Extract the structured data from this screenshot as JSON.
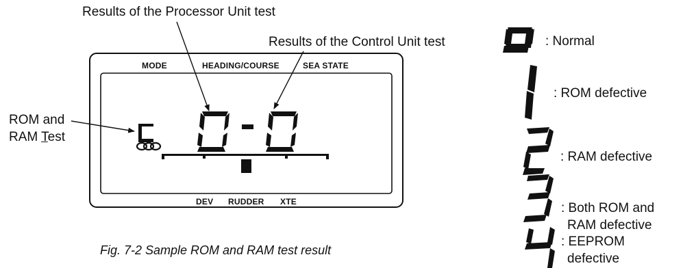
{
  "callouts": {
    "processor": "Results of the Processor Unit test",
    "control": "Results of the Control Unit test",
    "rom_ram_line1": "ROM and",
    "rom_ram_line2_prefix": "RAM ",
    "rom_ram_line2_underlined": "T",
    "rom_ram_line2_suffix": "est"
  },
  "display": {
    "top_labels": [
      "MODE",
      "HEADING/COURSE",
      "SEA STATE"
    ],
    "bottom_labels": [
      "DEV",
      "RUDDER",
      "XTE"
    ],
    "readout_left": "0",
    "readout_sep": "-",
    "readout_right": "0"
  },
  "legend": [
    {
      "code": "0",
      "line1": ": Normal",
      "line2": ""
    },
    {
      "code": "1",
      "line1": ": ROM defective",
      "line2": ""
    },
    {
      "code": "2",
      "line1": ": RAM defective",
      "line2": ""
    },
    {
      "code": "3",
      "line1": ": Both ROM and",
      "line2": "RAM defective"
    },
    {
      "code": "4",
      "line1": ": EEPROM",
      "line2": "defective"
    }
  ],
  "caption": "Fig. 7-2  Sample ROM and RAM test result"
}
